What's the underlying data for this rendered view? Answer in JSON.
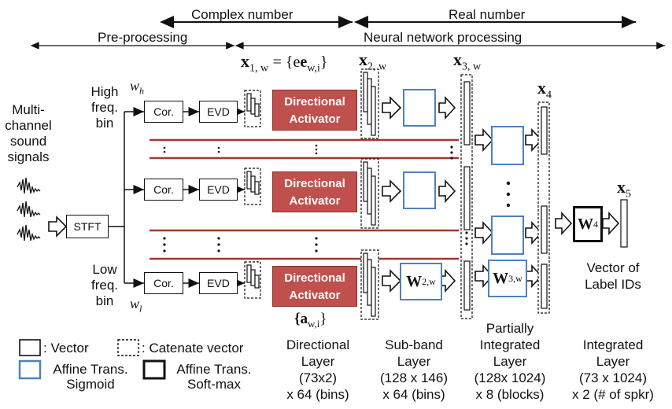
{
  "top": {
    "complex_number": "Complex number",
    "real_number": "Real number",
    "pre_processing": "Pre-processing",
    "neural_network_processing": "Neural network processing"
  },
  "math": {
    "x1w": "x",
    "x1w_sub": "1, w",
    "x1w_def": "= {e",
    "x1w_def_sub": "w,i",
    "x1w_def_end": "}",
    "x2w": "x",
    "x2w_sub": "2, w",
    "x3w": "x",
    "x3w_sub": "3, w",
    "x4": "x",
    "x4_sub": "4",
    "x5": "x",
    "x5_sub": "5",
    "wh": "w",
    "wh_sub": "h",
    "wl": "w",
    "wl_sub": "l",
    "aw": "{a",
    "aw_sub": "w,i",
    "aw_end": "}"
  },
  "input": {
    "multi_channel": [
      "Multi-",
      "channel",
      "sound",
      "signals"
    ],
    "stft": "STFT",
    "high_bin": [
      "High",
      "freq.",
      "bin"
    ],
    "low_bin": [
      "Low",
      "freq.",
      "bin"
    ]
  },
  "rows": {
    "cor": "Cor.",
    "evd": "EVD",
    "activator": [
      "Directional",
      "Activator"
    ]
  },
  "weights": {
    "w2": "W",
    "w2_sub": "2,w",
    "w3": "W",
    "w3_sub": "3,w",
    "w4": "W",
    "w4_sub": "4"
  },
  "output": {
    "vector_of_label_ids": [
      "Vector of",
      "Label IDs"
    ]
  },
  "legend": {
    "vector": ": Vector",
    "catenate": ": Catenate vector",
    "affine_sigmoid": [
      "Affine Trans.",
      "Sigmoid"
    ],
    "affine_softmax": [
      "Affine Trans.",
      "Soft-max"
    ]
  },
  "layers": {
    "directional": [
      "Directional",
      "Layer",
      "(73x2)",
      "x 64 (bins)"
    ],
    "subband": [
      "Sub-band",
      "Layer",
      "(128 x 146)",
      "x 64 (bins)"
    ],
    "partial": [
      "Partially",
      "Integrated",
      "Layer",
      "(128x 1024)",
      "x 8 (blocks)"
    ],
    "integrated": [
      "Integrated",
      "Layer",
      "(73 x 1024)",
      "x 2 (# of spkr)"
    ]
  },
  "colors": {
    "activator": "#c0504d",
    "sigmoid_border": "#4f81bd",
    "separator": "#a0392f"
  },
  "icons": [
    "waveform-icon",
    "arrow-icon",
    "vector-icon"
  ]
}
